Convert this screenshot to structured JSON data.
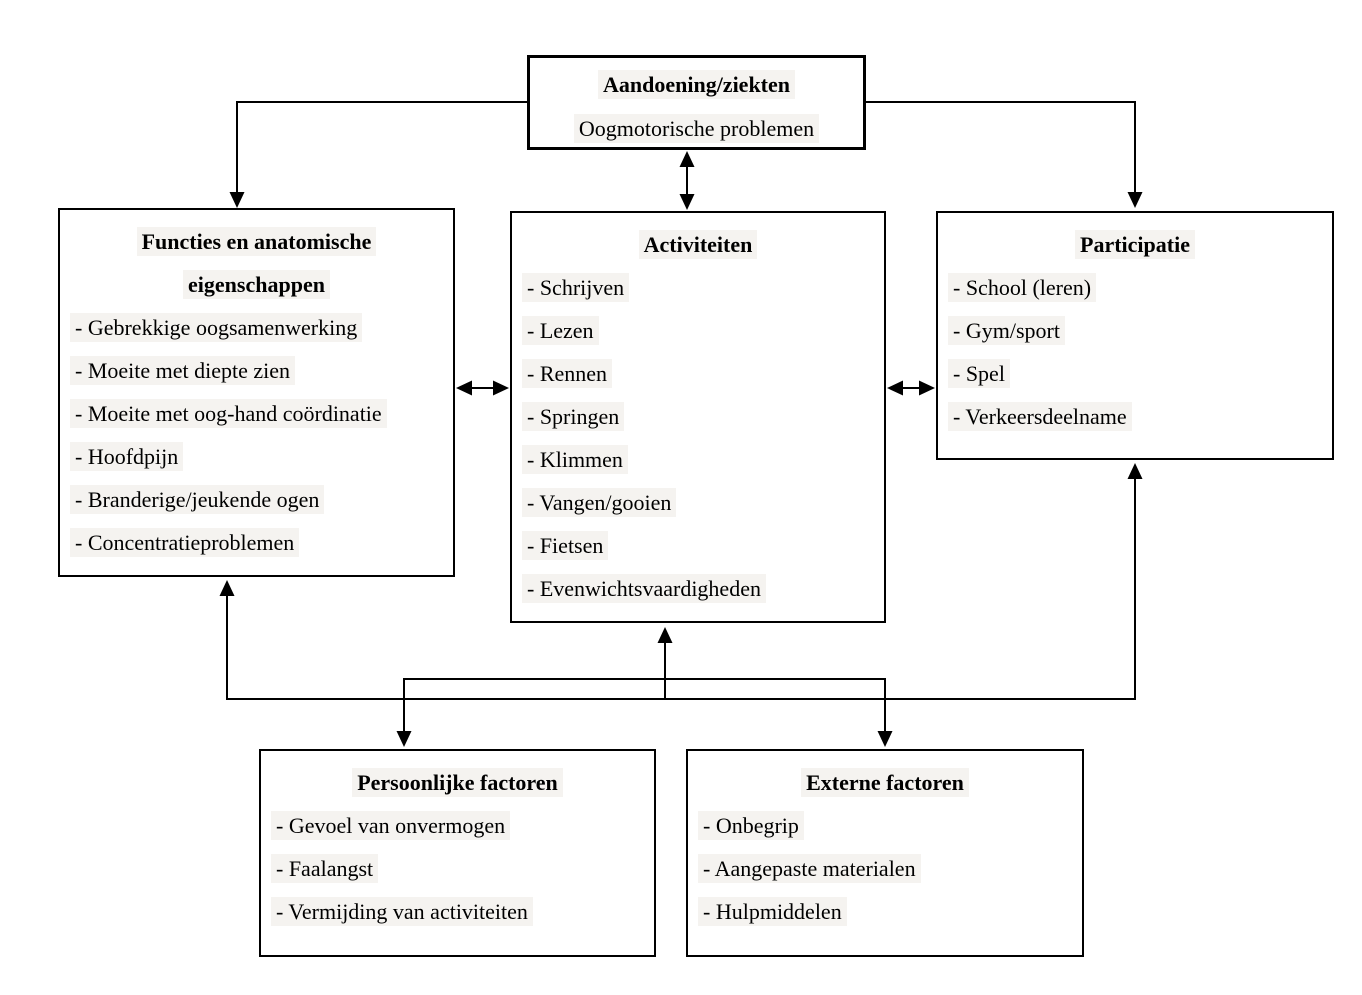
{
  "colors": {
    "line": "#000000",
    "text": "#000000",
    "box_border": "#000000",
    "text_highlight": "#f5f3f0",
    "background": "#ffffff"
  },
  "boxes": {
    "aandoening": {
      "title": "Aandoening/ziekten",
      "subtitle": "Oogmotorische problemen"
    },
    "functies": {
      "title_line1": "Functies en anatomische",
      "title_line2": "eigenschappen",
      "items": [
        "- Gebrekkige oogsamenwerking",
        "- Moeite met diepte zien",
        "- Moeite met oog-hand coördinatie",
        "- Hoofdpijn",
        "- Branderige/jeukende ogen",
        "- Concentratieproblemen"
      ]
    },
    "activiteiten": {
      "title": "Activiteiten",
      "items": [
        "- Schrijven",
        "- Lezen",
        "- Rennen",
        "- Springen",
        "- Klimmen",
        "- Vangen/gooien",
        "- Fietsen",
        "- Evenwichtsvaardigheden"
      ]
    },
    "participatie": {
      "title": "Participatie",
      "items": [
        "- School (leren)",
        "- Gym/sport",
        "- Spel",
        "- Verkeersdeelname"
      ]
    },
    "persoonlijke": {
      "title": "Persoonlijke factoren",
      "items": [
        "- Gevoel van onvermogen",
        "- Faalangst",
        "- Vermijding van activiteiten"
      ]
    },
    "externe": {
      "title": "Externe factoren",
      "items": [
        "- Onbegrip",
        "- Aangepaste materialen",
        "- Hulpmiddelen"
      ]
    }
  }
}
